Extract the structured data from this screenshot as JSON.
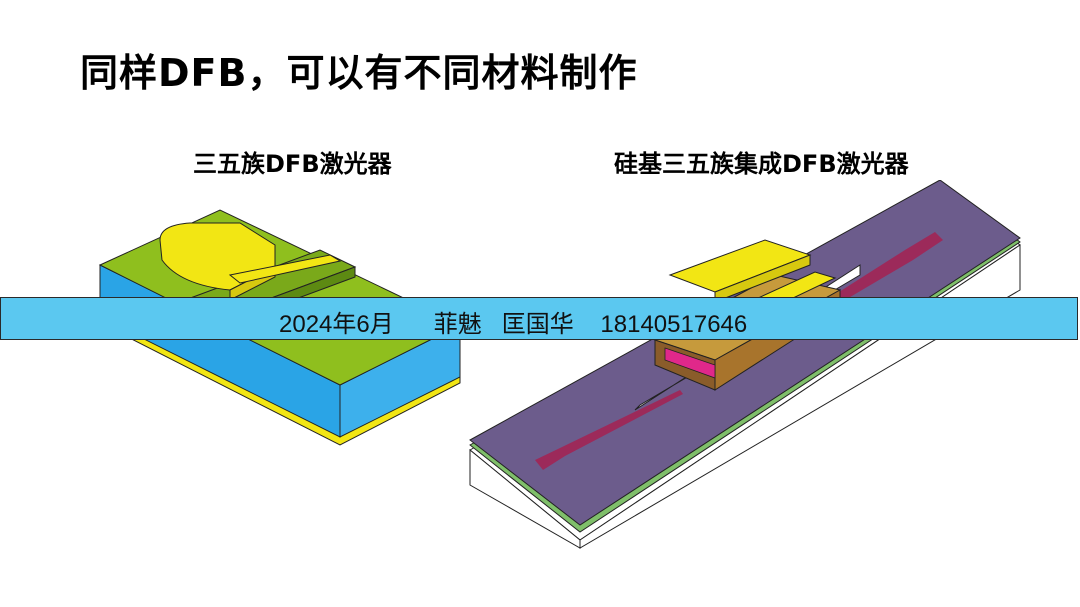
{
  "slide": {
    "title": "同样DFB，可以有不同材料制作"
  },
  "left_figure": {
    "caption": "三五族DFB激光器"
  },
  "right_figure": {
    "caption": "硅基三五族集成DFB激光器"
  },
  "banner": {
    "text": "2024年6月      菲魅   匡国华    18140517646"
  },
  "colors": {
    "banner_blue": "#5bc8f0",
    "substrate_blue": "#2aa4e6",
    "top_green": "#8fbf1e",
    "contact_yellow": "#f2e614",
    "silicon_purple": "#6c5c8c",
    "waveguide_red": "#9c2a5a"
  }
}
